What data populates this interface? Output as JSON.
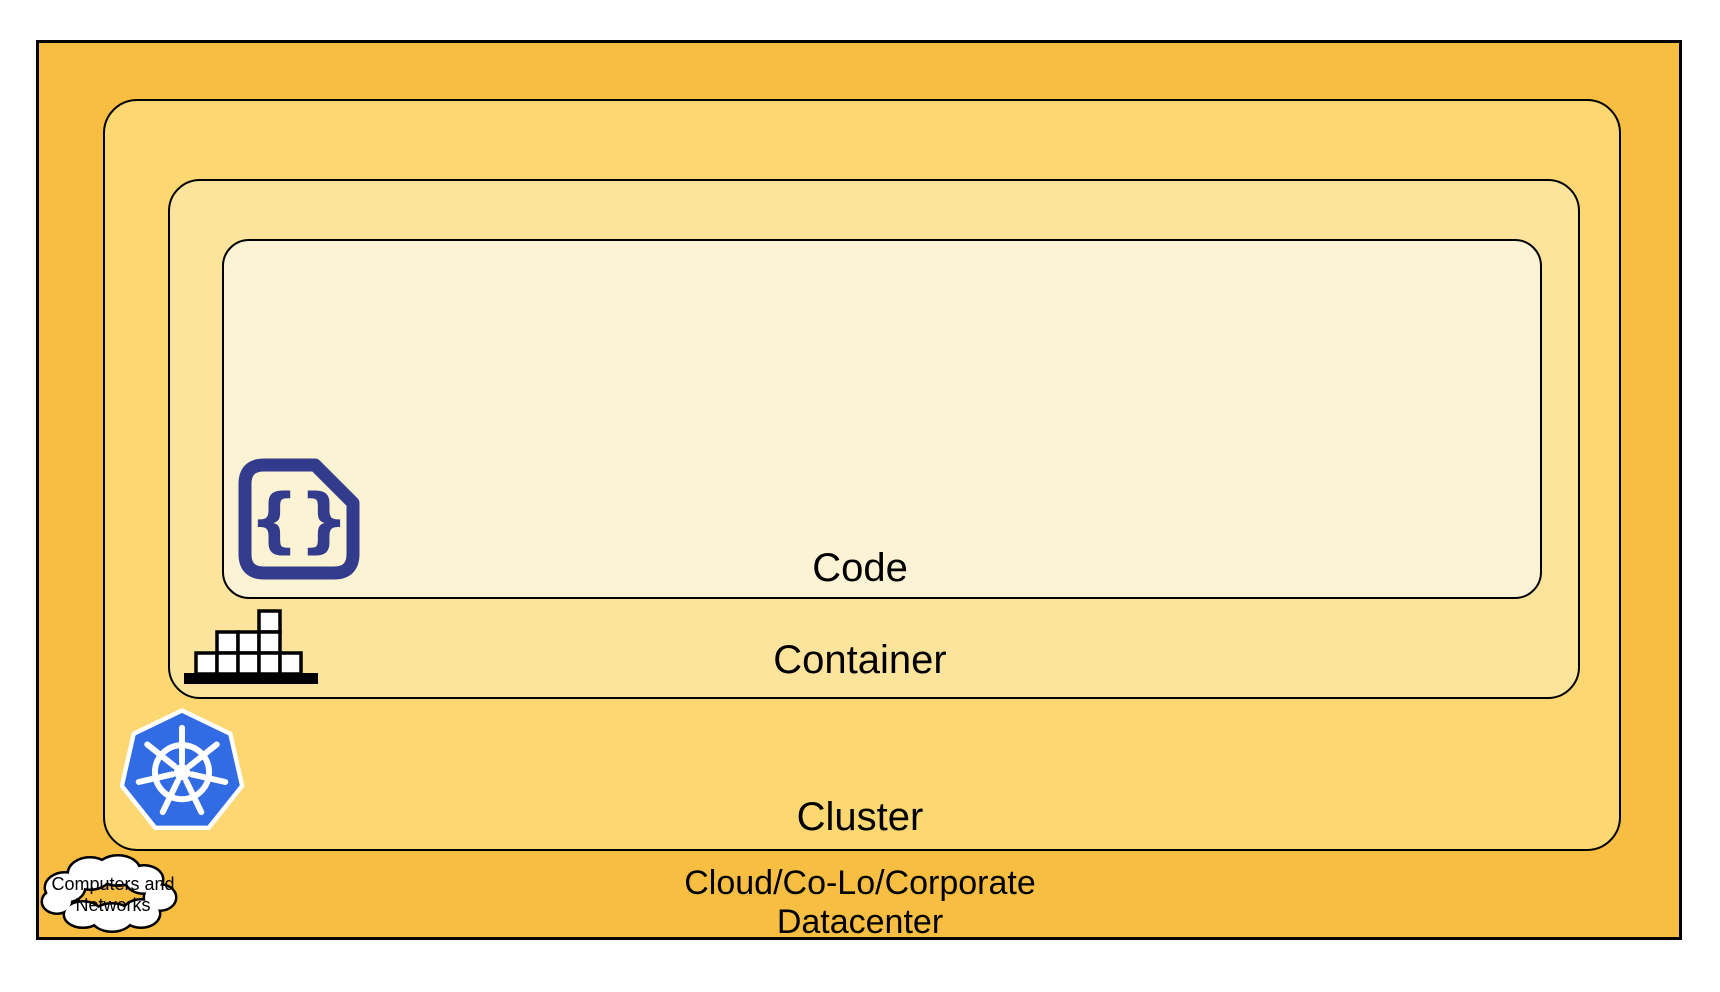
{
  "diagram": {
    "layers": [
      {
        "name": "datacenter",
        "label_line1": "Cloud/Co-Lo/Corporate",
        "label_line2": "Datacenter",
        "fill": "#F7BE41",
        "icon": "cloud-icon"
      },
      {
        "name": "cluster",
        "label": "Cluster",
        "fill": "#FDD872",
        "icon": "kubernetes-icon"
      },
      {
        "name": "container",
        "label": "Container",
        "fill": "#FCE49C",
        "icon": "container-stack-icon"
      },
      {
        "name": "code",
        "label": "Code",
        "fill": "#FCF3D4",
        "icon": "code-file-icon"
      }
    ],
    "cloud_badge": {
      "line1": "Computers and",
      "line2": "Networks"
    },
    "icons": [
      {
        "name": "code-file-icon",
        "glyph": "{}",
        "color": "#333B8C"
      },
      {
        "name": "container-stack-icon",
        "color": "#000000"
      },
      {
        "name": "kubernetes-icon",
        "color": "#326CE5"
      },
      {
        "name": "cloud-icon",
        "color": "#FFFFFF"
      }
    ],
    "colors": {
      "border": "#000000",
      "datacenter_fill": "#F7BE41",
      "cluster_fill": "#FDD872",
      "container_fill": "#FCE49C",
      "code_fill": "#FCF3D4",
      "kubernetes_blue": "#326CE5",
      "code_icon_navy": "#333B8C"
    }
  }
}
